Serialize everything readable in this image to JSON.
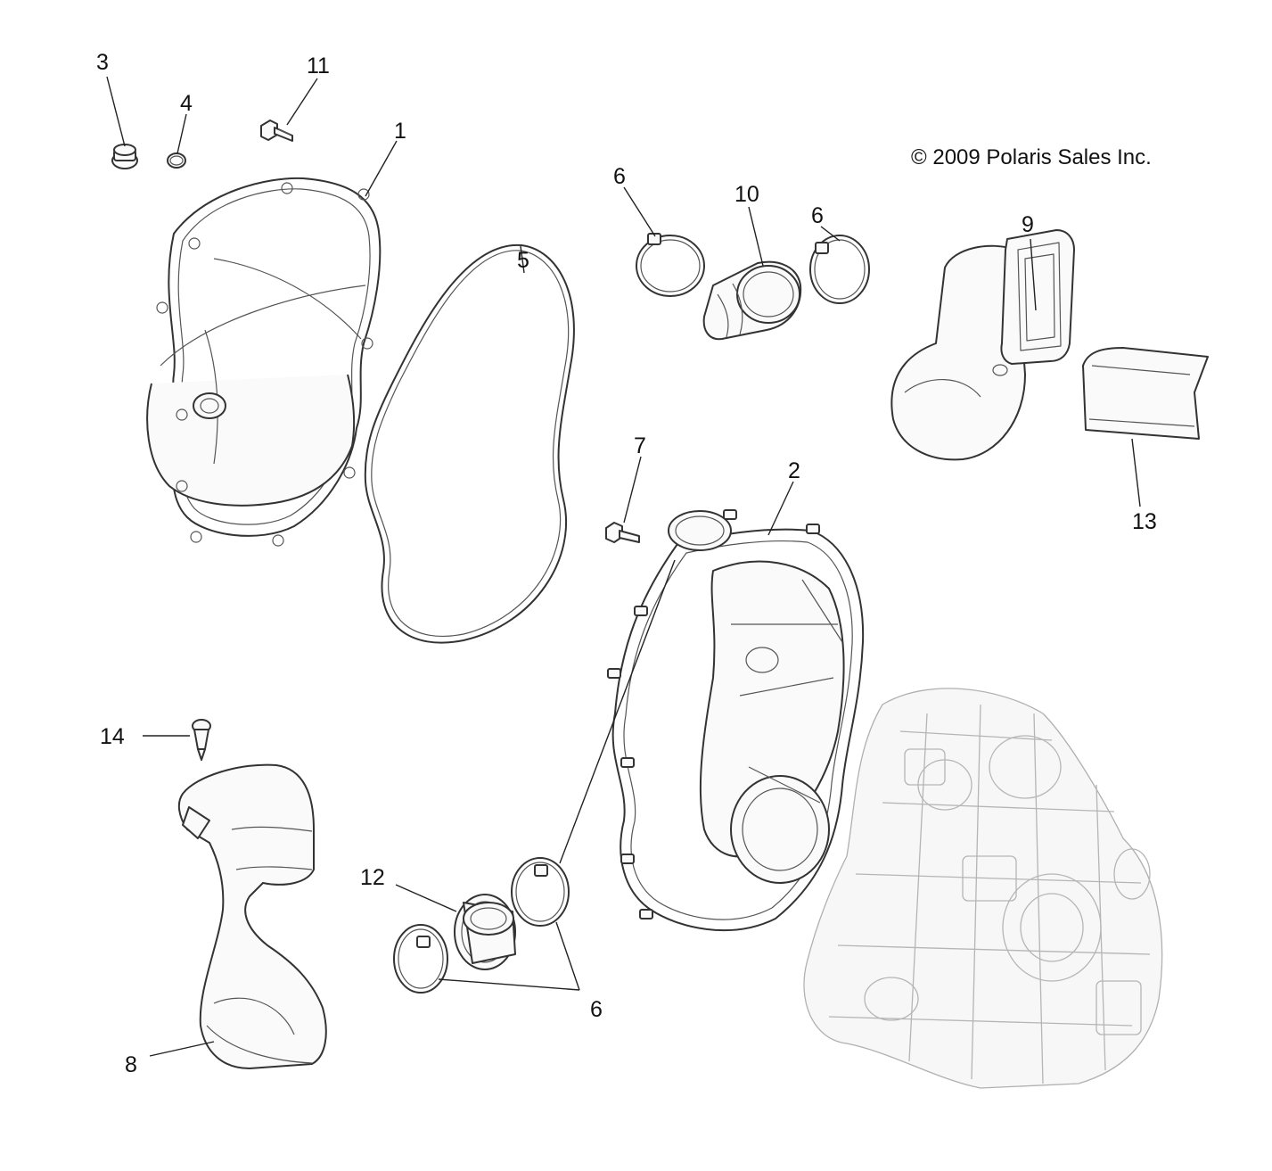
{
  "copyright": "© 2009 Polaris Sales Inc.",
  "callouts": [
    {
      "id": "c1",
      "label": "1"
    },
    {
      "id": "c2",
      "label": "2"
    },
    {
      "id": "c3",
      "label": "3"
    },
    {
      "id": "c4",
      "label": "4"
    },
    {
      "id": "c5",
      "label": "5"
    },
    {
      "id": "c6a",
      "label": "6"
    },
    {
      "id": "c6b",
      "label": "6"
    },
    {
      "id": "c6c",
      "label": "6"
    },
    {
      "id": "c7",
      "label": "7"
    },
    {
      "id": "c8",
      "label": "8"
    },
    {
      "id": "c9",
      "label": "9"
    },
    {
      "id": "c10",
      "label": "10"
    },
    {
      "id": "c11",
      "label": "11"
    },
    {
      "id": "c12",
      "label": "12"
    },
    {
      "id": "c13",
      "label": "13"
    },
    {
      "id": "c14",
      "label": "14"
    }
  ]
}
